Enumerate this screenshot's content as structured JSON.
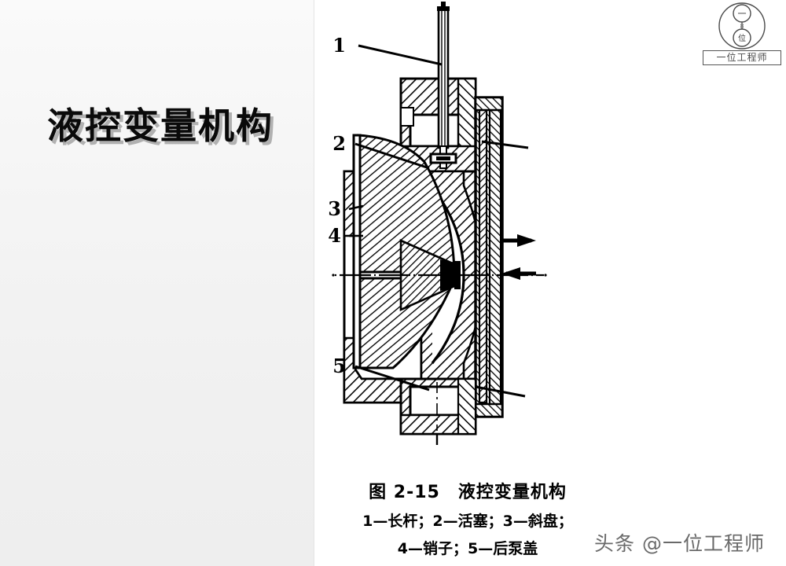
{
  "slide": {
    "title": "液控变量机构",
    "background_color": "#ffffff",
    "panel_color": "#f2f2f2"
  },
  "logo": {
    "inner_top_char": "一",
    "inner_bottom_char": "位",
    "caption": "一位工程师",
    "name": "engineer-logo"
  },
  "figure": {
    "name": "hydraulic-variable-displacement-mechanism",
    "caption_number": "图 2-15",
    "caption_title": "液控变量机构",
    "caption_full": "图 2-15　液控变量机构",
    "legend_line_1": "1—长杆；2—活塞；3—斜盘；",
    "legend_line_2": "4—销子；5—后泵盖",
    "callouts": [
      {
        "number": "1",
        "part": "长杆",
        "part_en": "long rod"
      },
      {
        "number": "2",
        "part": "活塞",
        "part_en": "piston"
      },
      {
        "number": "3",
        "part": "斜盘",
        "part_en": "swash plate"
      },
      {
        "number": "4",
        "part": "销子",
        "part_en": "pin"
      },
      {
        "number": "5",
        "part": "后泵盖",
        "part_en": "rear pump cover"
      }
    ],
    "flow_arrows": [
      {
        "name": "outlet-arrow",
        "direction": "right"
      },
      {
        "name": "inlet-arrow",
        "direction": "left"
      }
    ]
  },
  "watermark": {
    "text": "头条 @一位工程师"
  }
}
